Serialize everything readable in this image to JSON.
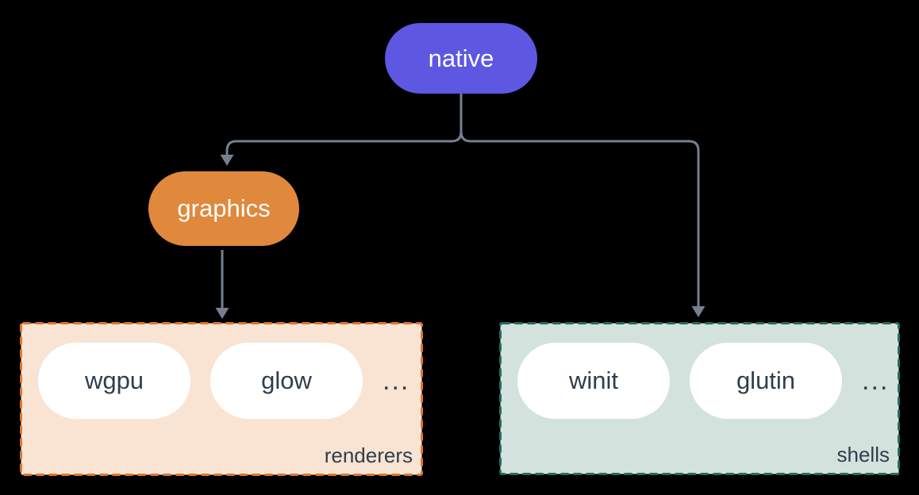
{
  "nodes": {
    "native": {
      "label": "native"
    },
    "graphics": {
      "label": "graphics"
    }
  },
  "groups": {
    "renderers": {
      "label": "renderers",
      "items": [
        "wgpu",
        "glow"
      ],
      "ellipsis": "..."
    },
    "shells": {
      "label": "shells",
      "items": [
        "winit",
        "glutin"
      ],
      "ellipsis": "..."
    }
  },
  "colors": {
    "background": "#000000",
    "native_fill": "#5E57E2",
    "graphics_fill": "#E0883C",
    "connector": "#74808E",
    "renderers_fill": "#F9E4D3",
    "renderers_border": "#E2752B",
    "shells_fill": "#D3E2DC",
    "shells_border": "#1F6E62",
    "pill_fill": "#FFFFFF",
    "node_text": "#FFFFFF",
    "ink": "#2F3E4D"
  }
}
